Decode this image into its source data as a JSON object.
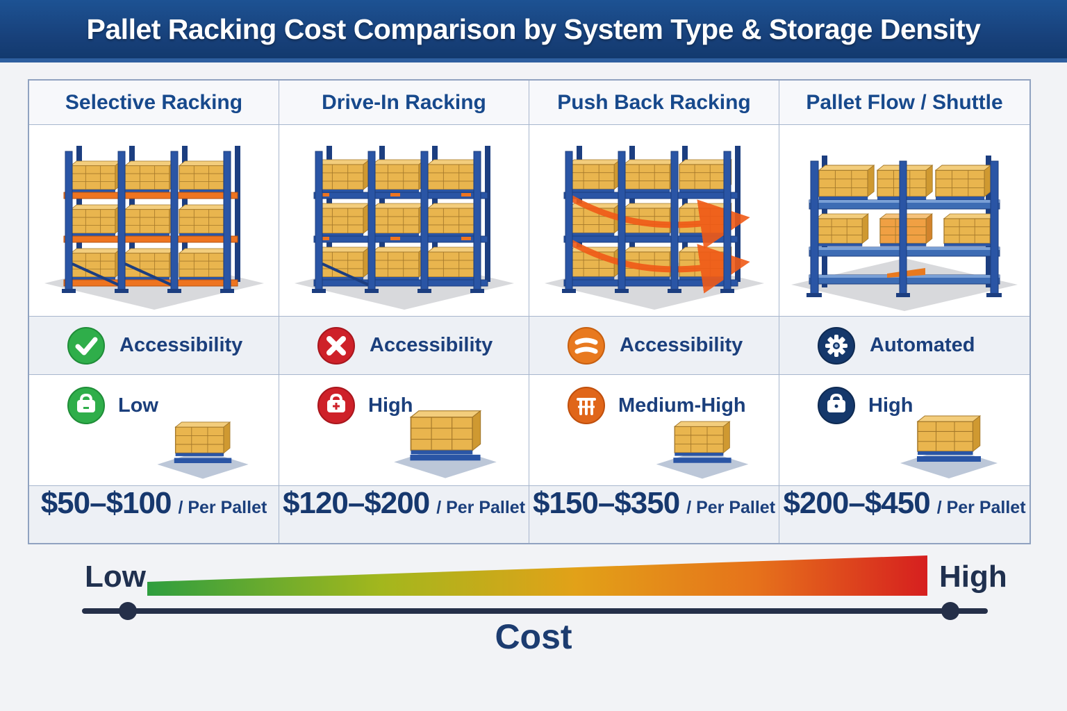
{
  "header": {
    "title": "Pallet Racking Cost Comparison by System Type & Storage Density"
  },
  "columns": [
    {
      "title": "Selective Racking",
      "illustration": "selective-racking",
      "accessibility": {
        "icon": "check-circle-icon",
        "icon_color": "#2fae4a",
        "label": "Accessibility"
      },
      "cost_level": {
        "icon": "money-bag-icon",
        "icon_color": "#2fae4a",
        "label": "Low"
      },
      "price": {
        "range": "$50–$100",
        "unit": "/ Per Pallet"
      }
    },
    {
      "title": "Drive-In Racking",
      "illustration": "drive-in-racking",
      "accessibility": {
        "icon": "x-circle-icon",
        "icon_color": "#ce2129",
        "label": "Accessibility"
      },
      "cost_level": {
        "icon": "toolbox-plus-icon",
        "icon_color": "#ce2129",
        "label": "High"
      },
      "price": {
        "range": "$120–$200",
        "unit": "/ Per Pallet"
      }
    },
    {
      "title": "Push Back Racking",
      "illustration": "push-back-racking",
      "accessibility": {
        "icon": "stripes-circle-icon",
        "icon_color": "#e8791f",
        "label": "Accessibility"
      },
      "cost_level": {
        "icon": "bars-icon",
        "icon_color": "#e0661a",
        "label": "Medium-High"
      },
      "price": {
        "range": "$150–$350",
        "unit": "/ Per Pallet"
      }
    },
    {
      "title": "Pallet Flow / Shuttle",
      "illustration": "pallet-flow-shuttle",
      "accessibility": {
        "icon": "gear-circle-icon",
        "icon_color": "#15386b",
        "label": "Automated"
      },
      "cost_level": {
        "icon": "briefcase-icon",
        "icon_color": "#15386b",
        "label": "High"
      },
      "price": {
        "range": "$200–$450",
        "unit": "/ Per Pallet"
      }
    }
  ],
  "footer": {
    "low_label": "Low",
    "high_label": "High",
    "axis_label": "Cost"
  },
  "colors": {
    "header_bg": "#17417a",
    "title_text": "#ffffff",
    "column_title": "#17498c",
    "label_navy": "#1b3f7c",
    "price_navy": "#16386e",
    "table_border": "#90a2c0",
    "row_alt_bg": "#edf0f5",
    "gradient_low": "#2f9e3f",
    "gradient_mid1": "#a3b71d",
    "gradient_mid2": "#e2a118",
    "gradient_high": "#d61f1f",
    "axis_line": "#252f49",
    "rack_blue": "#2a55a5",
    "beam_orange": "#ee7420",
    "crate_tan": "#e9b54e"
  }
}
